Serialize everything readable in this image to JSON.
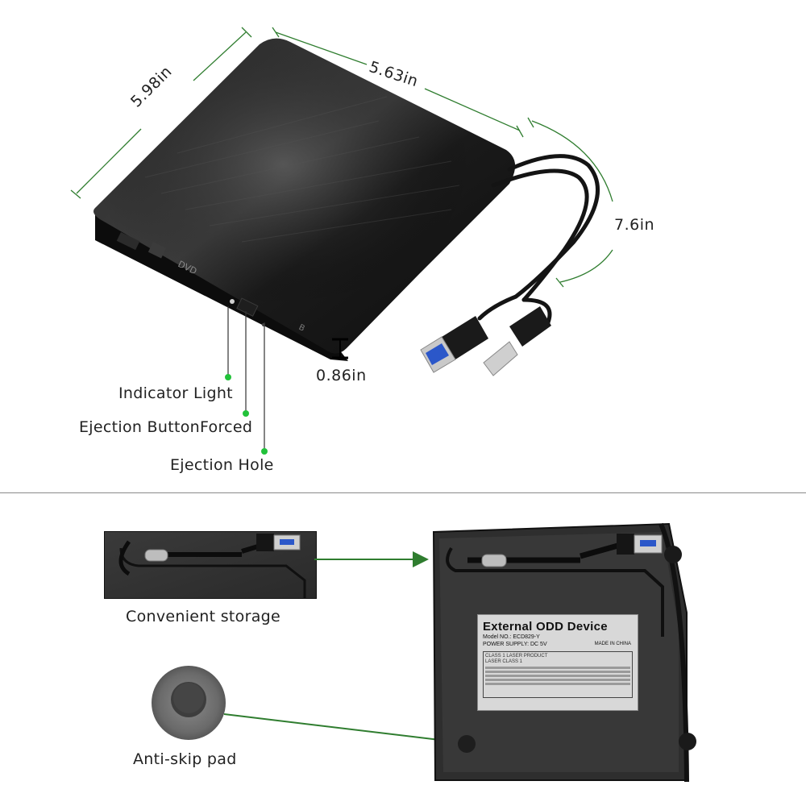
{
  "dimensions": {
    "depth": "5.98in",
    "width": "5.63in",
    "cable_length": "7.6in",
    "height": "0.86in"
  },
  "callouts": {
    "indicator_light": "Indicator Light",
    "ejection_button": "Ejection ButtonForced",
    "ejection_hole": "Ejection Hole"
  },
  "features": {
    "storage": "Convenient storage",
    "anti_skip": "Anti-skip pad"
  },
  "device_label": {
    "title": "External ODD Device",
    "model": "Model NO.: ECD829-Y",
    "power": "POWER SUPPLY: DC  5V",
    "made_in": "MADE IN CHINA",
    "laser_product": "CLASS 1 LASER PRODUCT",
    "laser_class": "LASER CLASS 1"
  },
  "colors": {
    "accent_green": "#2f7d2f",
    "dot_green": "#22c23a",
    "drive_body": "#161616"
  },
  "icons": [
    "dvd-logo-icon",
    "bluray-logo-icon",
    "usb-a-plug-icon",
    "usb-c-plug-icon"
  ]
}
